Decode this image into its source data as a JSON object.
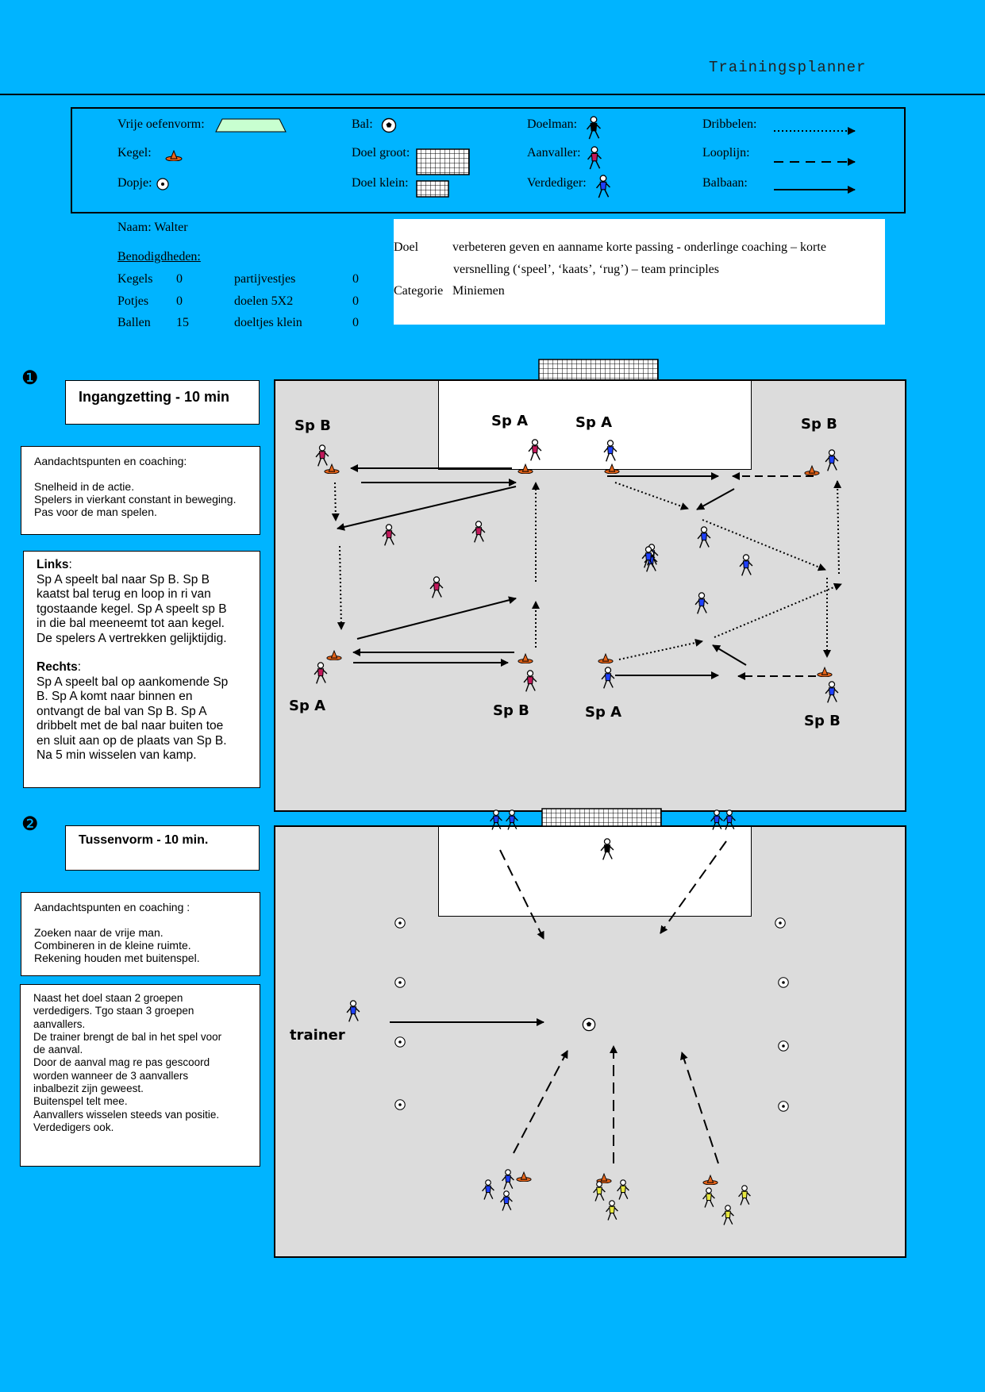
{
  "header": {
    "title": "Trainingsplanner"
  },
  "legend": {
    "items": [
      {
        "label": "Vrije oefenvorm:",
        "icon": "free-zone-icon"
      },
      {
        "label": "Bal:",
        "icon": "ball-icon"
      },
      {
        "label": "Doelman:",
        "icon": "goalkeeper-icon"
      },
      {
        "label": "Dribbelen:",
        "icon": "dotted-arrow-icon"
      },
      {
        "label": "Kegel:",
        "icon": "cone-icon"
      },
      {
        "label": "Doel groot:",
        "icon": "goal-large-icon"
      },
      {
        "label": "Aanvaller:",
        "icon": "attacker-icon"
      },
      {
        "label": "Looplijn:",
        "icon": "dashed-arrow-icon"
      },
      {
        "label": "Dopje:",
        "icon": "marker-icon"
      },
      {
        "label": "Doel klein:",
        "icon": "goal-small-icon"
      },
      {
        "label": "Verdediger:",
        "icon": "defender-icon"
      },
      {
        "label": "Balbaan:",
        "icon": "solid-arrow-icon"
      }
    ]
  },
  "info": {
    "name": "Naam: Walter",
    "needs_heading": "Benodigdheden:",
    "needs": [
      {
        "item": "Kegels",
        "qty": "0",
        "item2": "partijvestjes",
        "qty2": "0"
      },
      {
        "item": "Potjes",
        "qty": "0",
        "item2": "doelen 5X2",
        "qty2": "0"
      },
      {
        "item": "Ballen",
        "qty": "15",
        "item2": "doeltjes klein",
        "qty2": "0"
      }
    ],
    "goal_label": "Doel",
    "goal_text_1": "verbeteren geven en aanname korte passing - onderlinge coaching – korte",
    "goal_text_2": "versnelling (‘speel’, ‘kaats’, ‘rug’) – team principles",
    "category_label": "Categorie",
    "category_value": "Miniemen"
  },
  "exercise1": {
    "number": "❶",
    "title": "Ingangzetting - 10 min",
    "coaching_heading": "Aandachtspunten en coaching:",
    "coaching_lines": [
      "Snelheid in de actie.",
      "Spelers in vierkant constant in beweging.",
      "Pas voor de man spelen."
    ],
    "links_heading": "Links",
    "links_lines": [
      "Sp A speelt bal naar Sp B. Sp B",
      "kaatst bal terug en loop in ri van",
      "tgostaande kegel.  Sp A speelt sp B",
      "in die bal meeneemt tot aan kegel.",
      "De spelers A vertrekken gelijktijdig."
    ],
    "rechts_heading": "Rechts",
    "rechts_lines": [
      "Sp A speelt bal op aankomende Sp",
      "B.  Sp A komt naar binnen en",
      "ontvangt de bal van Sp B.  Sp A",
      "dribbelt met de bal naar buiten toe",
      "en sluit aan op de plaats van Sp B.",
      "Na 5 min wisselen van kamp."
    ],
    "field_labels": [
      "Sp B",
      "Sp A",
      "Sp A",
      "Sp B",
      "Sp A",
      "Sp B",
      "Sp A",
      "Sp B"
    ]
  },
  "exercise2": {
    "number": "❷",
    "title": "Tussenvorm - 10 min.",
    "coaching_heading": "Aandachtspunten en coaching :",
    "coaching_lines": [
      "Zoeken naar de vrije man.",
      "Combineren in de kleine ruimte.",
      "Rekening houden met buitenspel."
    ],
    "desc_lines": [
      "Naast het doel staan 2 groepen",
      "verdedigers.  Tgo staan 3 groepen",
      "aanvallers.",
      "De trainer brengt de bal in het spel voor",
      "de aanval.",
      "Door de aanval mag re pas gescoord",
      "worden wanneer de 3 aanvallers",
      "inbalbezit zijn geweest.",
      "Buitenspel telt mee.",
      "Aanvallers wisselen steeds van positie.",
      "Verdedigers ook."
    ],
    "trainer_label": "trainer"
  }
}
